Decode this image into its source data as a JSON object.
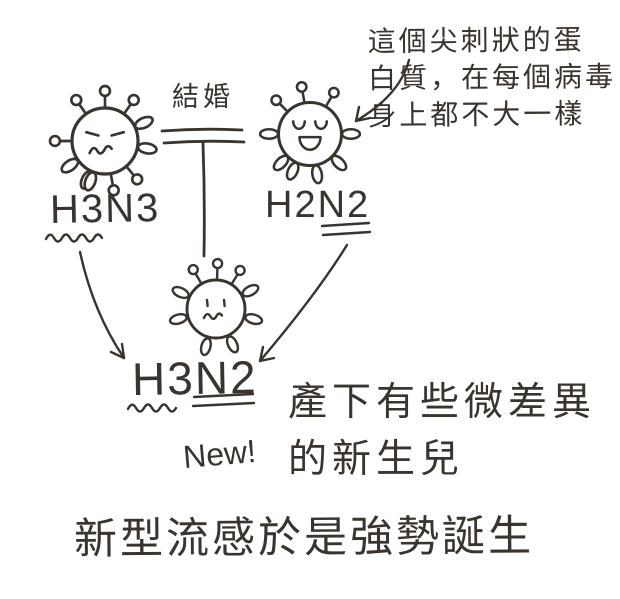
{
  "colors": {
    "ink": "#3a342e",
    "paper": "#ffffff"
  },
  "annotation": {
    "lines": [
      "這個尖刺狀的蛋",
      "白質，在每個病毒",
      "身上都不大一樣"
    ]
  },
  "marriage": {
    "label": "結婚"
  },
  "viruses": {
    "left": {
      "label": "H3N3",
      "face": "grumpy"
    },
    "right": {
      "label": "H2N2",
      "face": "happy"
    },
    "child": {
      "label": "H3N2",
      "face": "worried",
      "badge": "New!"
    }
  },
  "captions": {
    "birth_lines": [
      "產下有些微差異",
      "的新生兒"
    ],
    "bottom": "新型流感於是強勢誕生"
  }
}
